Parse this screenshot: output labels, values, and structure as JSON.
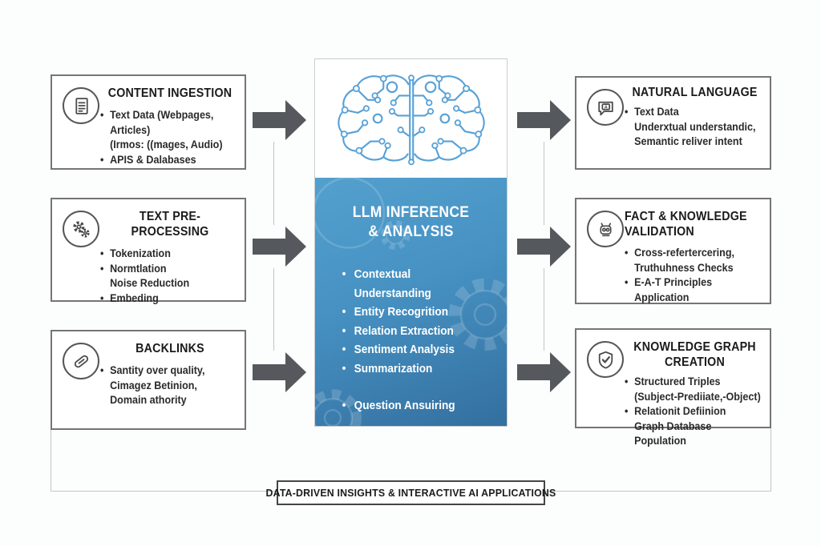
{
  "colors": {
    "box_border": "#757575",
    "arrow": "#55595d",
    "blue_top": "#53a0ce",
    "blue_bottom": "#336f9f",
    "brain_stroke": "#57a1d7",
    "connector": "#c2c5c7"
  },
  "icons": {
    "chat_letter": "A"
  },
  "left_boxes": [
    {
      "title": "CONTENT INGESTION",
      "icon": "document-icon",
      "lines": [
        {
          "b": 1,
          "t": "Text Data (Webpages, Articles)"
        },
        {
          "b": 0,
          "t": "(Irmos: ((mages, Audio)"
        },
        {
          "b": 1,
          "t": "APIS & Dalabases"
        }
      ]
    },
    {
      "title": "TEXT PRE-PROCESSING",
      "icon": "gears-icon",
      "lines": [
        {
          "b": 1,
          "t": "Tokenization"
        },
        {
          "b": 1,
          "t": "Normtlation"
        },
        {
          "b": 0,
          "t": "Noise Reduction"
        },
        {
          "b": 1,
          "t": "Embeding"
        }
      ]
    },
    {
      "title": "BACKLINKS",
      "icon": "link-icon",
      "lines": [
        {
          "b": 1,
          "t": "Santity over quality,"
        },
        {
          "b": 0,
          "t": "Cimagez Betinion,"
        },
        {
          "b": 0,
          "t": "Domain athority"
        }
      ]
    }
  ],
  "center": {
    "title_line1": "LLM INFERENCE",
    "title_line2": "& ANALYSIS",
    "icon": "circuit-brain-icon",
    "lines": [
      {
        "b": 1,
        "t": "Contextual"
      },
      {
        "b": 0,
        "t": "Understanding"
      },
      {
        "b": 1,
        "t": "Entity Recogrition"
      },
      {
        "b": 1,
        "t": "Relation Extraction"
      },
      {
        "b": 1,
        "t": "Sentiment Analysis"
      },
      {
        "b": 1,
        "t": "Summarization"
      },
      {
        "b": 1,
        "t": "Question Ansuiring"
      }
    ]
  },
  "right_boxes": [
    {
      "title": "NATURAL LANGUAGE",
      "icon": "chat-bubble-icon",
      "lines": [
        {
          "b": 1,
          "t": "Text Data"
        },
        {
          "b": 0,
          "t": "Underxtual understandic,"
        },
        {
          "b": 0,
          "t": "Semantic reliver intent"
        }
      ]
    },
    {
      "title": "FACT & KNOWLEDGE",
      "title2": "VALIDATION",
      "icon": "robot-icon",
      "lines": [
        {
          "b": 1,
          "t": "Cross-refertercering,"
        },
        {
          "b": 0,
          "t": "Truthuhness Checks"
        },
        {
          "b": 1,
          "t": "E-A-T Principles Application"
        }
      ]
    },
    {
      "title": "KNOWLEDGE GRAPH CREATION",
      "icon": "shield-check-icon",
      "lines": [
        {
          "b": 1,
          "t": "Structured Triples"
        },
        {
          "b": 0,
          "t": "(Subject-Prediiate,-Object)"
        },
        {
          "b": 1,
          "t": "Relationit Defiinion"
        },
        {
          "b": 0,
          "t": "Graph Database Population"
        }
      ]
    }
  ],
  "banner": {
    "label": "DATA-DRIVEN INSIGHTS & INTERACTIVE AI APPLICATIONS"
  }
}
